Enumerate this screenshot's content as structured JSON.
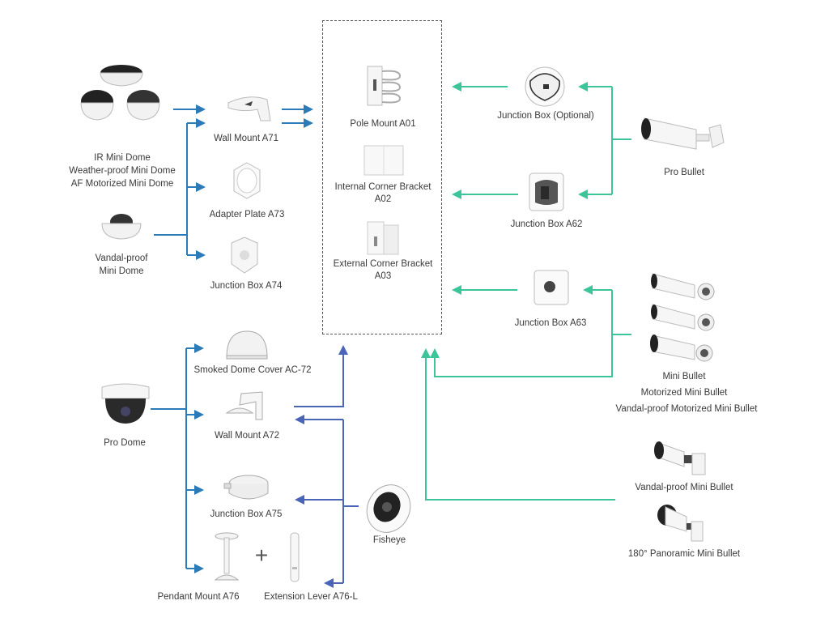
{
  "colors": {
    "left_link": "#2b7bb9",
    "fisheye_link": "#4a64b8",
    "right_link": "#3cc49a",
    "dashed_group": "#555555",
    "label_text": "#3a3a3a"
  },
  "cameras": {
    "mini_domes": [
      "IR Mini Dome",
      "Weather-proof Mini Dome",
      "AF Motorized Mini Dome"
    ],
    "vandal_mini_dome": [
      "Vandal-proof",
      "Mini Dome"
    ],
    "pro_dome": "Pro Dome",
    "fisheye": "Fisheye",
    "pro_bullet": "Pro Bullet",
    "mini_bullets": [
      "Mini Bullet",
      "Motorized Mini Bullet",
      "Vandal-proof Motorized Mini Bullet"
    ],
    "vandal_mini_bullet": "Vandal-proof Mini Bullet",
    "panoramic_mini_bullet": "180° Panoramic Mini Bullet"
  },
  "accessories": {
    "wall_mount_a71": "Wall Mount A71",
    "adapter_plate_a73": "Adapter Plate A73",
    "junction_box_a74": "Junction Box A74",
    "smoked_dome_cover": "Smoked Dome Cover AC-72",
    "wall_mount_a72": "Wall Mount A72",
    "junction_box_a75": "Junction Box A75",
    "pendant_mount_a76": "Pendant Mount A76",
    "plus_sign": "+",
    "extension_lever": "Extension Lever A76-L",
    "junction_box_optional": "Junction Box (Optional)",
    "junction_box_a62": "Junction Box A62",
    "junction_box_a63": "Junction Box A63"
  },
  "mounts_group": {
    "pole_mount": "Pole Mount A01",
    "internal_corner": [
      "Internal Corner Bracket",
      "A02"
    ],
    "external_corner": [
      "External Corner Bracket",
      "A03"
    ]
  }
}
